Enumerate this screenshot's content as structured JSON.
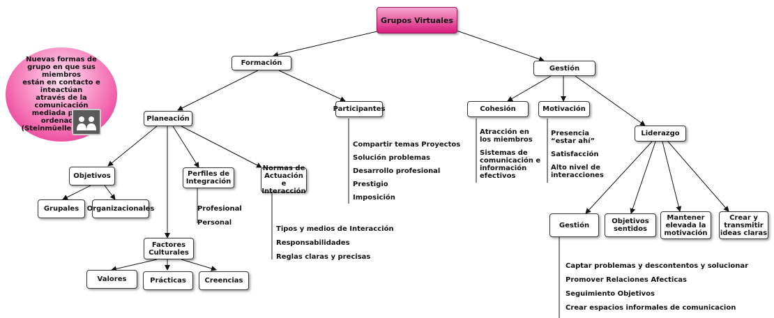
{
  "root": "Grupos Virtuales",
  "definition": "Nuevas formas de\ngrupo en que sus miembros\nestán en contacto e inteactúan\natravés de la comunicación\nmediada por el ordenador\n(Steinmüeller, 2003)",
  "formacion": {
    "label": "Formación",
    "planeacion": {
      "label": "Planeación",
      "objetivos": {
        "label": "Objetivos",
        "children": [
          "Grupales",
          "Organizacionales"
        ]
      },
      "perfiles": {
        "label": "Perfiles de\nIntegración",
        "items": [
          "Profesional",
          "Personal"
        ]
      },
      "normas": {
        "label": "Normas de\nActuación e\nInteracción",
        "items": [
          "Tipos y medios de Interacción",
          "Responsabilidades",
          "Reglas claras y precisas"
        ]
      },
      "factores": {
        "label": "Factores\nCulturales",
        "children": [
          "Valores",
          "Prácticas",
          "Creencias"
        ]
      }
    },
    "participantes": {
      "label": "Participantes",
      "items": [
        "Compartir temas Proyectos",
        "Solución problemas",
        "Desarrollo profesional",
        "Prestigio",
        "Imposición"
      ]
    }
  },
  "gestion": {
    "label": "Gestión",
    "cohesion": {
      "label": "Cohesión",
      "items": [
        "Atracción en\nlos miembros",
        "Sistemas de\ncomunicación e\ninformación\nefectivos"
      ]
    },
    "motivacion": {
      "label": "Motivación",
      "items": [
        "Presencia\n“estar ahí”",
        "Satisfacción",
        "Alto nivel de\ninteracciones"
      ]
    },
    "liderazgo": {
      "label": "Liderazgo",
      "children": [
        "Gestión",
        "Objetivos\nsentidos",
        "Mantener\nelevada la\nmotivación",
        "Crear y\ntransmitir\nideas claras"
      ],
      "gestion_items": [
        "Captar problemas y descontentos y solucionar",
        "Promover Relaciones Afecticas",
        "Seguimiento Objetivos",
        "Crear espacios informales de comunicacion"
      ]
    }
  }
}
